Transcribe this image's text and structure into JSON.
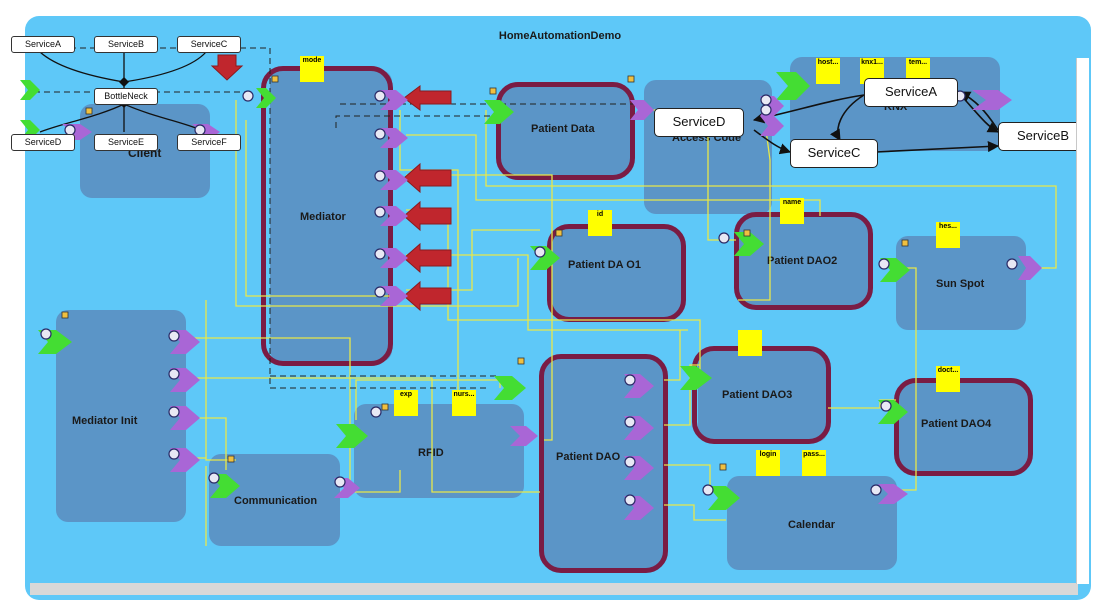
{
  "diagram": {
    "title": "HomeAutomationDemo",
    "components": {
      "client": "Client",
      "mediator": "Mediator",
      "mediator_init": "Mediator Init",
      "communication": "Communication",
      "rfid": "RFID",
      "patient_data": "Patient Data",
      "access_code": "Access Code",
      "knx": "KNX",
      "patient_dao1": "Patient  DA O1",
      "patient_dao2": "Patient  DAO2",
      "sun_spot": "Sun Spot",
      "patient_dao": "Patient DAO",
      "patient_dao3": "Patient  DAO3",
      "patient_dao4": "Patient  DAO4",
      "calendar": "Calendar"
    },
    "tags": {
      "mode": "mode",
      "id": "id",
      "name": "name",
      "hes": "hes...",
      "exp": "exp",
      "nurs": "nurs...",
      "docto": "doct...",
      "login": "login",
      "pass": "pass...",
      "host": "host...",
      "knx1": "knx1...",
      "tem": "tem...",
      "blank": ""
    },
    "workflow": {
      "service_a": "ServiceA",
      "service_b": "ServiceB",
      "service_c": "ServiceC",
      "bottleneck": "BottleNeck",
      "service_d": "ServiceD",
      "service_e": "ServiceE",
      "service_f": "ServiceF"
    },
    "knx_services": {
      "service_a": "ServiceA",
      "service_b": "ServiceB",
      "service_c": "ServiceC",
      "service_d": "ServiceD"
    },
    "colors": {
      "background": "#5ec8f8",
      "component": "#5b93c5",
      "highlight": "#7a1c44",
      "arrow": "#c0262d",
      "provided_port": "#44dd33",
      "required_port": "#a966d6",
      "wire": "#e8e84a",
      "tag": "#ffff00"
    }
  }
}
